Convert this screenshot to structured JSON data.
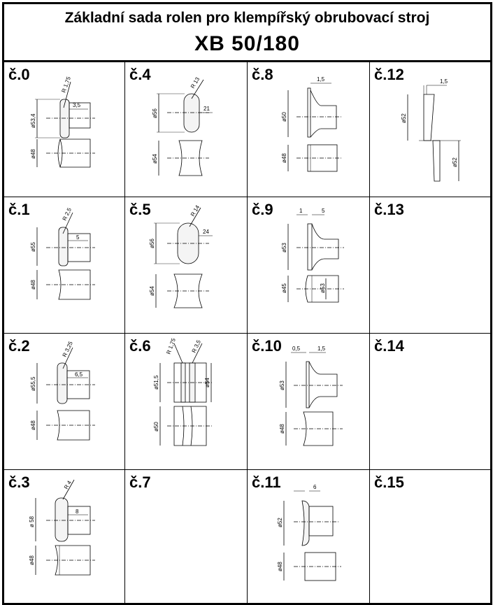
{
  "title": "Základní sada rolen pro klempířský obrubovací stroj",
  "model": "XB 50/180",
  "cells": [
    {
      "label": "č.0",
      "dims": [
        "R 1,75",
        "3,5",
        "ø53,4",
        "ø48"
      ]
    },
    {
      "label": "č.4",
      "dims": [
        "R 13",
        "21",
        "ø56",
        "ø54"
      ]
    },
    {
      "label": "č.8",
      "dims": [
        "1,5",
        "ø50",
        "ø48"
      ]
    },
    {
      "label": "č.12",
      "dims": [
        "1,5",
        "ø52",
        "ø52"
      ]
    },
    {
      "label": "č.1",
      "dims": [
        "R 2,5",
        "5",
        "ø55",
        "ø48"
      ]
    },
    {
      "label": "č.5",
      "dims": [
        "R 14",
        "24",
        "ø56",
        "ø54"
      ]
    },
    {
      "label": "č.9",
      "dims": [
        "1",
        "5",
        "ø53",
        "ø45",
        "ø53"
      ]
    },
    {
      "label": "č.13",
      "dims": []
    },
    {
      "label": "č.2",
      "dims": [
        "R 3,25",
        "6,5",
        "ø55,5",
        "ø48"
      ]
    },
    {
      "label": "č.6",
      "dims": [
        "R 1,75",
        "R 3,5",
        "ø51,5",
        "ø54",
        "ø50"
      ]
    },
    {
      "label": "č.10",
      "dims": [
        "0,5",
        "1,5",
        "ø53",
        "ø48"
      ]
    },
    {
      "label": "č.14",
      "dims": []
    },
    {
      "label": "č.3",
      "dims": [
        "R 4",
        "8",
        "ø 58",
        "ø48"
      ]
    },
    {
      "label": "č.7",
      "dims": []
    },
    {
      "label": "č.11",
      "dims": [
        "6",
        "ø52",
        "ø48"
      ]
    },
    {
      "label": "č.15",
      "dims": []
    }
  ]
}
